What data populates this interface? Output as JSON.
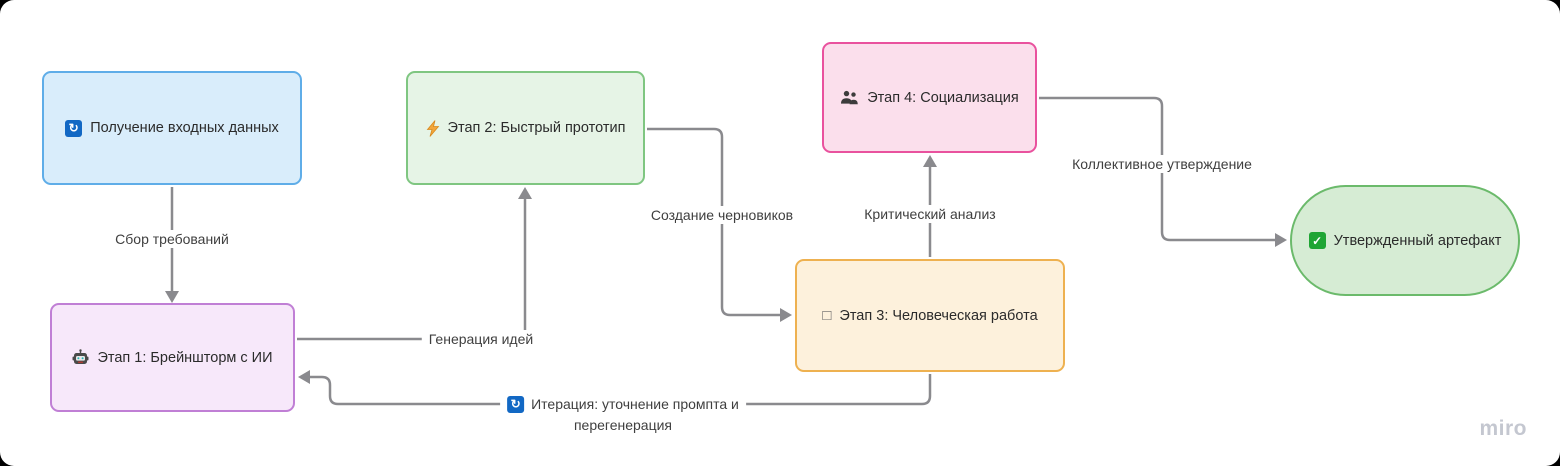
{
  "canvas": {
    "background": "#ffffff",
    "outer_background": "#000000",
    "connector_color": "#8a8a8e"
  },
  "watermark": "miro",
  "nodes": [
    {
      "id": "input",
      "label": "Получение входных данных",
      "icon": "refresh-icon",
      "shape": "rect",
      "fill": "#d9edfb",
      "border": "#5fade8"
    },
    {
      "id": "stage2",
      "label": "Этап 2: Быстрый прототип",
      "icon": "lightning-icon",
      "shape": "rect",
      "fill": "#e6f4e6",
      "border": "#7fc681"
    },
    {
      "id": "stage4",
      "label": "Этап 4: Социализация",
      "icon": "people-icon",
      "shape": "rect",
      "fill": "#fbdfec",
      "border": "#e9529e"
    },
    {
      "id": "stage1",
      "label": "Этап 1: Брейншторм с ИИ",
      "icon": "robot-icon",
      "shape": "rect",
      "fill": "#f7e8fa",
      "border": "#c07fd5"
    },
    {
      "id": "stage3",
      "label": "Этап 3: Человеческая работа",
      "icon": "missing-glyph-icon",
      "shape": "rect",
      "fill": "#fdf1dc",
      "border": "#eeb150"
    },
    {
      "id": "artifact",
      "label": "Утвержденный артефакт",
      "icon": "check-icon",
      "shape": "pill",
      "fill": "#d6ecd4",
      "border": "#6bba6b"
    }
  ],
  "edges": [
    {
      "from": "input",
      "to": "stage1",
      "label": "Сбор требований"
    },
    {
      "from": "stage1",
      "to": "stage2",
      "label": "Генерация идей"
    },
    {
      "from": "stage2",
      "to": "stage3",
      "label": "Создание черновиков"
    },
    {
      "from": "stage3",
      "to": "stage4",
      "label": "Критический анализ"
    },
    {
      "from": "stage4",
      "to": "artifact",
      "label": "Коллективное утверждение"
    },
    {
      "from": "stage3",
      "to": "stage1",
      "icon": "refresh-icon",
      "label_line1": "Итерация: уточнение промпта и",
      "label_line2": "перегенерация"
    }
  ],
  "icon_glyphs": {
    "refresh": "↻",
    "check": "✓",
    "missing_glyph": "□"
  }
}
